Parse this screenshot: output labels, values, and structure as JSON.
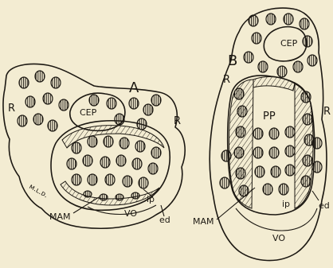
{
  "figure": {
    "panel_a": {
      "letter": "A",
      "labels": {
        "r_left": "R",
        "r_right": "R",
        "cep": "CEP",
        "ip": "ip",
        "mam": "MAM",
        "vo": "VO",
        "ed": "ed",
        "scribble": "ᴍ.ʟ.ᴅ."
      }
    },
    "panel_b": {
      "letter": "B",
      "labels": {
        "r_left": "R",
        "r_right": "R",
        "cep": "CEP",
        "pp": "PP",
        "ip": "ip",
        "mam": "MAM",
        "vo": "VO",
        "ed": "ed"
      }
    }
  }
}
